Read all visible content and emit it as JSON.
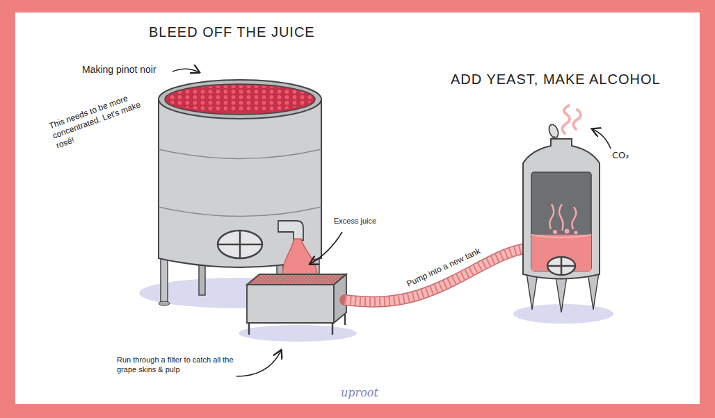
{
  "diagram": {
    "title": "BLEED OFF THE JUICE",
    "labels": [
      "Making pinot noir",
      "This needs to be more concentrated. Let's make rosé!",
      "Excess juice",
      "Pump into a new tank",
      "ADD YEAST, MAKE ALCOHOL",
      "CO₂",
      "Run through a filter to catch all the grape skins & pulp",
      "uproot"
    ]
  }
}
